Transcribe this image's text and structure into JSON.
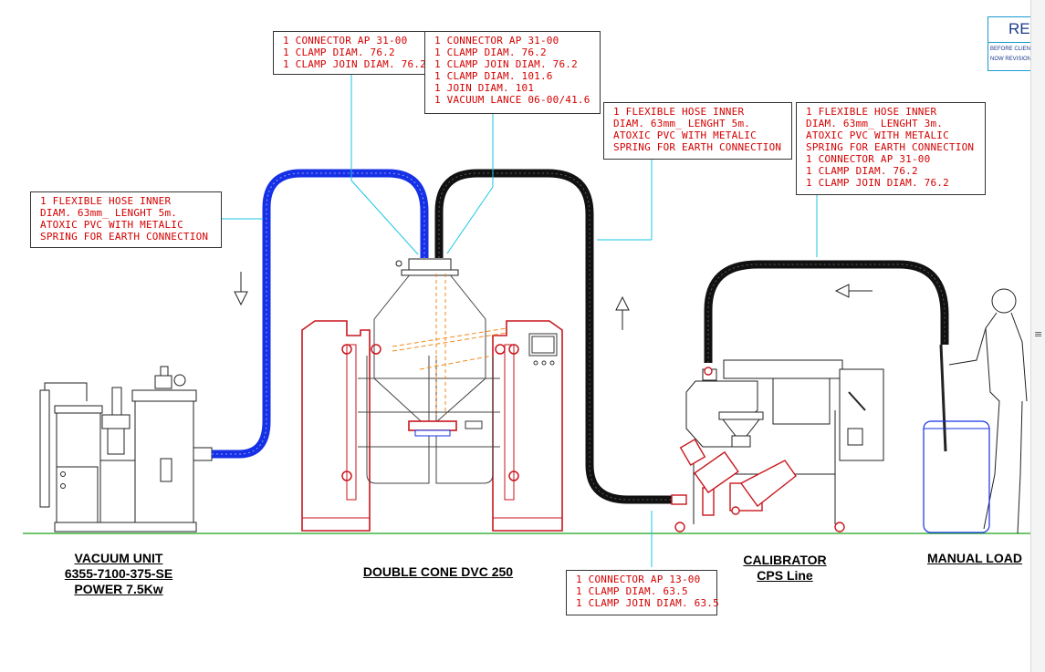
{
  "notes": {
    "vac_hose": [
      "1 FLEXIBLE HOSE INNER",
      "DIAM. 63mm_ LENGHT 5m.",
      "ATOXIC PVC WITH METALIC",
      "SPRING FOR EARTH CONNECTION"
    ],
    "top_left": [
      "1 CONNECTOR AP 31-00",
      "1 CLAMP DIAM. 76.2",
      "1 CLAMP JOIN DIAM. 76.2"
    ],
    "top_right": [
      "1 CONNECTOR AP 31-00",
      "1 CLAMP DIAM. 76.2",
      "1 CLAMP JOIN DIAM. 76.2",
      "1 CLAMP DIAM. 101.6",
      "1 JOIN DIAM. 101",
      "1 VACUUM LANCE 06-00/41.6"
    ],
    "mid_hose": [
      "1 FLEXIBLE HOSE INNER",
      "DIAM. 63mm_ LENGHT 5m.",
      "ATOXIC PVC WITH METALIC",
      "SPRING FOR EARTH CONNECTION"
    ],
    "right_hose": [
      "1 FLEXIBLE HOSE INNER",
      "DIAM. 63mm_ LENGHT 3m.",
      "ATOXIC PVC WITH METALIC",
      "SPRING FOR EARTH CONNECTION",
      "1 CONNECTOR AP 31-00",
      "1 CLAMP DIAM. 76.2",
      "1 CLAMP JOIN DIAM. 76.2"
    ],
    "bottom": [
      "1 CONNECTOR AP 13-00",
      "1 CLAMP DIAM. 63.5",
      "1 CLAMP JOIN DIAM. 63.5"
    ]
  },
  "captions": {
    "vacuum": [
      "VACUUM UNIT",
      "6355-7100-375-SE",
      "POWER 7.5Kw"
    ],
    "double_cone": "DOUBLE CONE DVC 250",
    "calibrator": [
      "CALIBRATOR",
      "CPS Line"
    ],
    "manual_load": "MANUAL LOAD"
  },
  "revision": {
    "title": "RE",
    "line1": "BEFORE CLIEN",
    "line2": "NOW REVISION"
  },
  "colors": {
    "vacuum_hose": "#1530e6",
    "transfer_hose": "#111111",
    "equipment_frame": "#c8161d",
    "leader_line": "#19c6e6",
    "ground_line": "#1aa31a",
    "note_text": "#d40000"
  },
  "icons": [
    "arrow-down-icon",
    "arrow-up-icon",
    "arrow-left-icon",
    "scroll-grip-icon"
  ]
}
